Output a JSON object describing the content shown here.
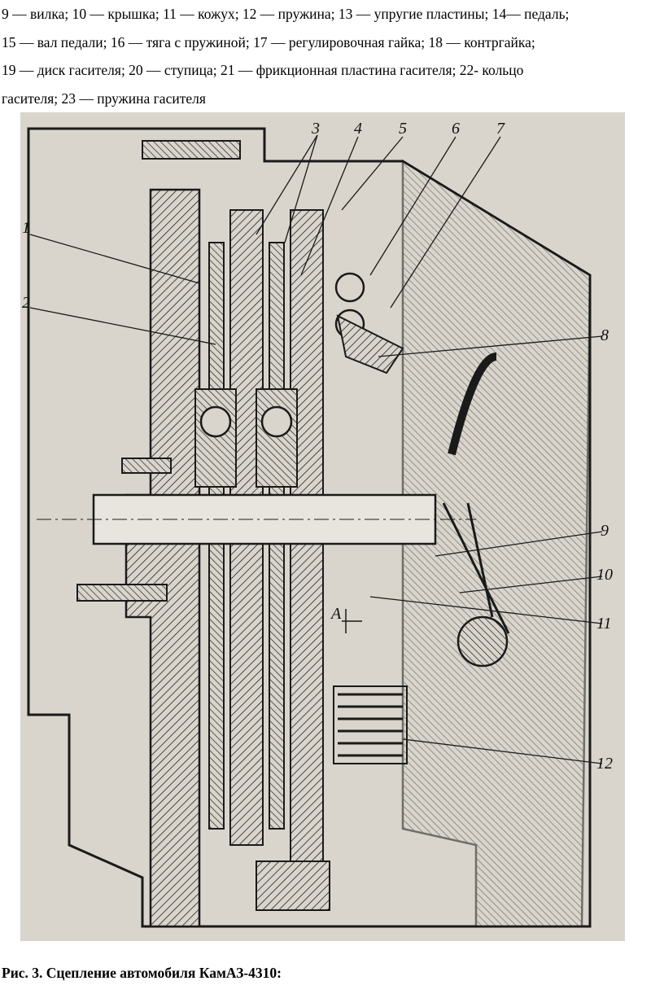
{
  "legend_lines": [
    "9 — вилка; 10 — крышка; 11 — кожух; 12 — пружина; 13 — упругие пластины; 14— педаль;",
    "15 — вал педали; 16 — тяга с пружиной; 17 — регулировочная гайка; 18 — контргайка;",
    "19 — диск гасителя; 20 — ступица; 21 — фрикционная пластина гасителя; 22- кольцо",
    "гасителя; 23 — пружина гасителя"
  ],
  "figure": {
    "labels": [
      "1",
      "2",
      "3",
      "4",
      "5",
      "6",
      "7",
      "8",
      "9",
      "10",
      "11",
      "12",
      "A"
    ],
    "colors": {
      "paper": "#d9d5cc",
      "ink": "#1a1a1a"
    }
  },
  "caption": "Рис. 3. Сцепление автомобиля КамАЗ-4310:"
}
